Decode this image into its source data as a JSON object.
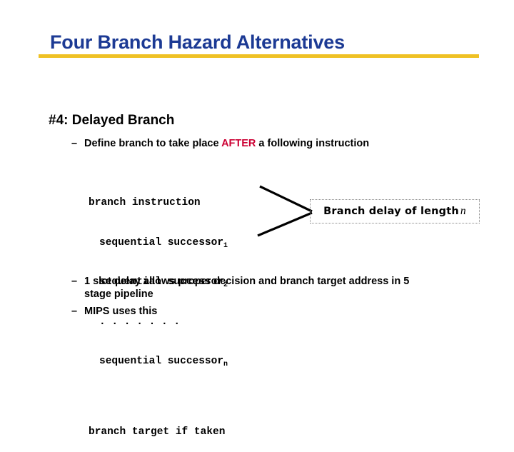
{
  "slide": {
    "title": "Four Branch Hazard Alternatives",
    "title_color": "#1c3a94",
    "rule_color": "#efc124",
    "background_color": "#ffffff",
    "heading": "#4: Delayed Branch"
  },
  "bullets": {
    "dash": "–",
    "define": {
      "before": "Define branch to take place ",
      "emphasis": "AFTER",
      "emphasis_color": "#cc0033",
      "after": " a following instruction"
    },
    "slot_delay": "1 slot delay allows proper decision and branch target address in 5 stage pipeline",
    "mips": "MIPS uses this"
  },
  "code_block": {
    "lines": [
      {
        "text": "branch instruction",
        "indent": false,
        "sub": ""
      },
      {
        "text": "sequential successor",
        "indent": true,
        "sub": "1"
      },
      {
        "text": "sequential successor",
        "indent": true,
        "sub": "2"
      },
      {
        "text": ". . . . . . .",
        "indent": true,
        "sub": ""
      },
      {
        "text": "sequential successor",
        "indent": true,
        "sub": "n"
      },
      {
        "text": "branch target if taken",
        "indent": false,
        "sub": ""
      }
    ]
  },
  "callout": {
    "text": "Branch delay of length",
    "variable": "n",
    "border_style": "dotted"
  }
}
